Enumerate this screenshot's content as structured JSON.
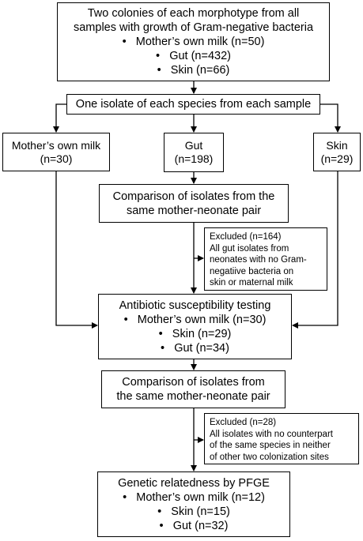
{
  "nodes": {
    "start": {
      "lines": [
        "Two colonies of each morphotype from all",
        "samples with growth of Gram-negative bacteria"
      ],
      "bullets": [
        "Mother’s own milk (n=50)",
        "Gut (n=432)",
        "Skin (n=66)"
      ]
    },
    "one_isolate": {
      "lines": [
        "One isolate of each species from each sample"
      ]
    },
    "milk": {
      "lines": [
        "Mother’s own milk",
        "(n=30)"
      ]
    },
    "gut": {
      "lines": [
        "Gut",
        "(n=198)"
      ]
    },
    "skin": {
      "lines": [
        "Skin",
        "(n=29)"
      ]
    },
    "compare1": {
      "lines": [
        "Comparison of isolates from the",
        "same mother-neonate pair"
      ]
    },
    "excluded1": {
      "lines": [
        "Excluded (n=164)",
        "All gut isolates from",
        "neonates with no Gram-",
        "negatiive bacteria on",
        "skin or maternal milk"
      ]
    },
    "ast": {
      "lines": [
        "Antibiotic susceptibility testing"
      ],
      "bullets": [
        "Mother’s own milk (n=30)",
        "Skin (n=29)",
        "Gut (n=34)"
      ]
    },
    "compare2": {
      "lines": [
        "Comparison of isolates from",
        "the same mother-neonate pair"
      ]
    },
    "excluded2": {
      "lines": [
        "Excluded (n=28)",
        "All isolates with no counterpart",
        "of the same species in neither",
        "of other two colonization sites"
      ]
    },
    "pfge": {
      "lines": [
        "Genetic relatedness by PFGE"
      ],
      "bullets": [
        "Mother’s own milk (n=12)",
        "Skin (n=15)",
        "Gut (n=32)"
      ]
    }
  }
}
